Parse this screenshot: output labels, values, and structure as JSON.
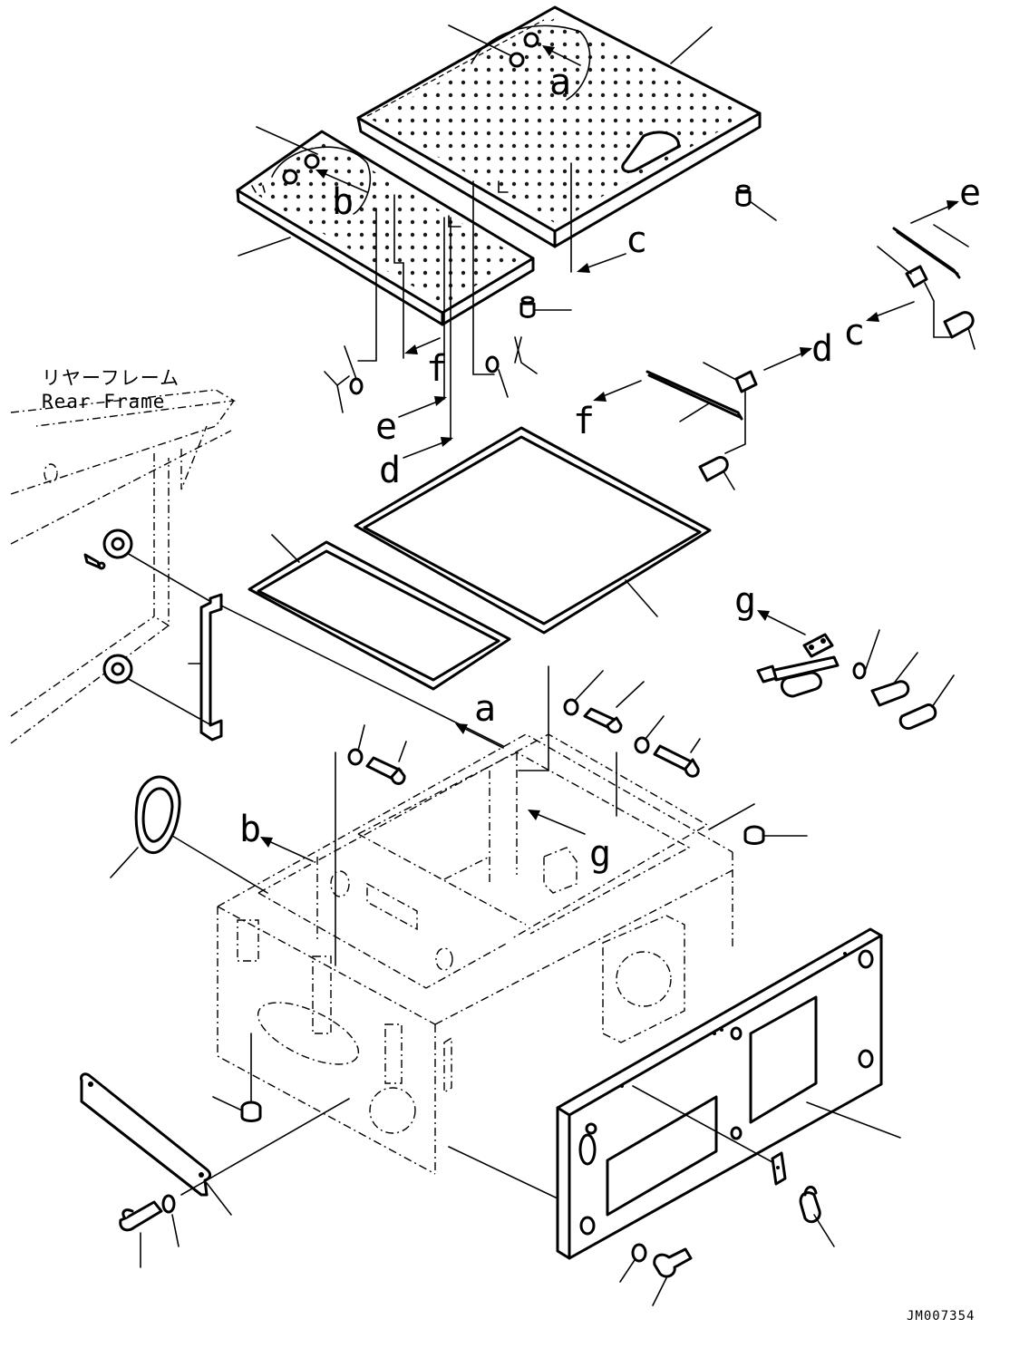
{
  "frame_label": {
    "japanese": "リヤーフレーム",
    "english": "Rear Frame"
  },
  "drawing_code": "JM007354",
  "reference_letters": {
    "a_cover": "a",
    "b_cover": "b",
    "a_box": "a",
    "b_box": "b",
    "c_cover": "c",
    "c_rod": "c",
    "d_rod": "d",
    "d_left": "d",
    "e_rod": "e",
    "e_left": "e",
    "f_rod": "f",
    "f_left": "f",
    "g_box": "g",
    "g_hinge": "g"
  }
}
